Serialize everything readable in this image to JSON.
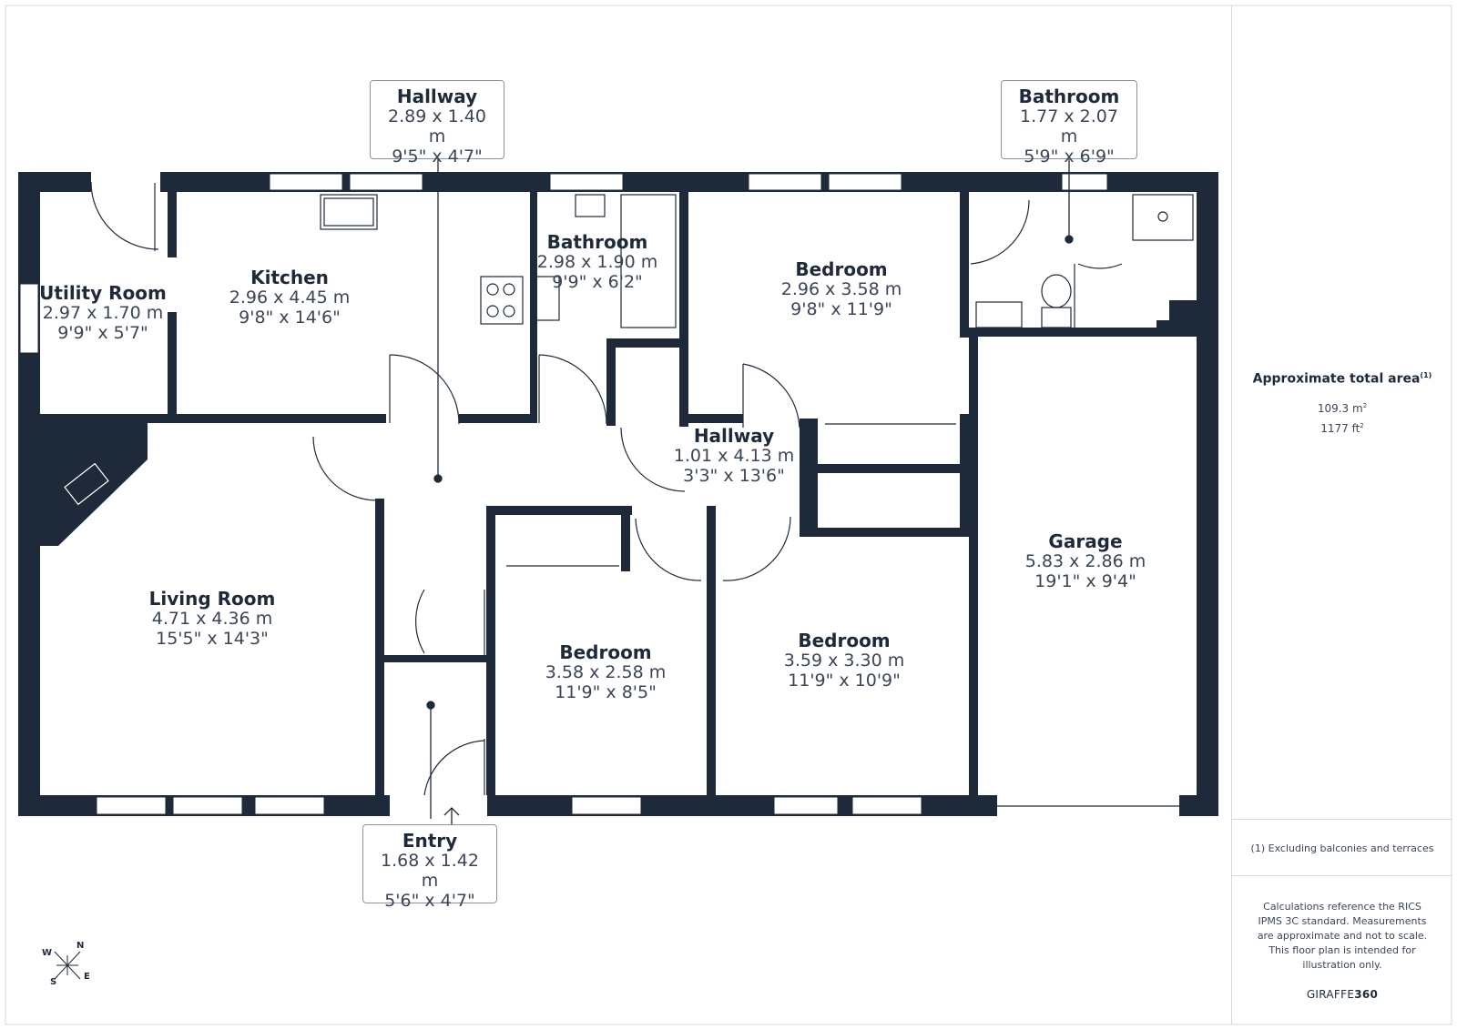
{
  "rooms": {
    "utility": {
      "name": "Utility Room",
      "metric": "2.97 x 1.70 m",
      "imperial": "9'9\" x 5'7\""
    },
    "kitchen": {
      "name": "Kitchen",
      "metric": "2.96 x 4.45 m",
      "imperial": "9'8\" x 14'6\""
    },
    "bathroom_small": {
      "name": "Bathroom",
      "metric": "2.98 x 1.90 m",
      "imperial": "9'9\" x 6'2\""
    },
    "bedroom_top": {
      "name": "Bedroom",
      "metric": "2.96 x 3.58 m",
      "imperial": "9'8\" x 11'9\""
    },
    "hallway_inner": {
      "name": "Hallway",
      "metric": "1.01 x 4.13 m",
      "imperial": "3'3\" x 13'6\""
    },
    "living": {
      "name": "Living Room",
      "metric": "4.71 x 4.36 m",
      "imperial": "15'5\" x 14'3\""
    },
    "bedroom_left": {
      "name": "Bedroom",
      "metric": "3.58 x 2.58 m",
      "imperial": "11'9\" x 8'5\""
    },
    "bedroom_right": {
      "name": "Bedroom",
      "metric": "3.59 x 3.30 m",
      "imperial": "11'9\" x 10'9\""
    },
    "garage": {
      "name": "Garage",
      "metric": "5.83 x 2.86 m",
      "imperial": "19'1\" x 9'4\""
    }
  },
  "callouts": {
    "hallway": {
      "name": "Hallway",
      "metric": "2.89 x 1.40 m",
      "imperial": "9'5\" x 4'7\""
    },
    "bathroom": {
      "name": "Bathroom",
      "metric": "1.77 x 2.07 m",
      "imperial": "5'9\" x 6'9\""
    },
    "entry": {
      "name": "Entry",
      "metric": "1.68 x 1.42 m",
      "imperial": "5'6\" x 4'7\""
    }
  },
  "side_panel": {
    "area_title": "Approximate total area",
    "area_title_note": "(1)",
    "area_m2": "109.3 m",
    "area_m2_unit_sup": "2",
    "area_ft2": "1177 ft",
    "area_ft2_unit_sup": "2",
    "footnote": "(1) Excluding balconies and terraces",
    "disclaimer": "Calculations reference the RICS IPMS 3C standard. Measurements are approximate and not to scale. This floor plan is intended for illustration only.",
    "brand_prefix": "GIRAFFE",
    "brand_suffix": "360"
  },
  "compass": {
    "n": "N",
    "e": "E",
    "s": "S",
    "w": "W"
  },
  "colors": {
    "wall": "#1e2a3a",
    "callout_border": "#8a94a0",
    "text": "#1e2a3a"
  }
}
